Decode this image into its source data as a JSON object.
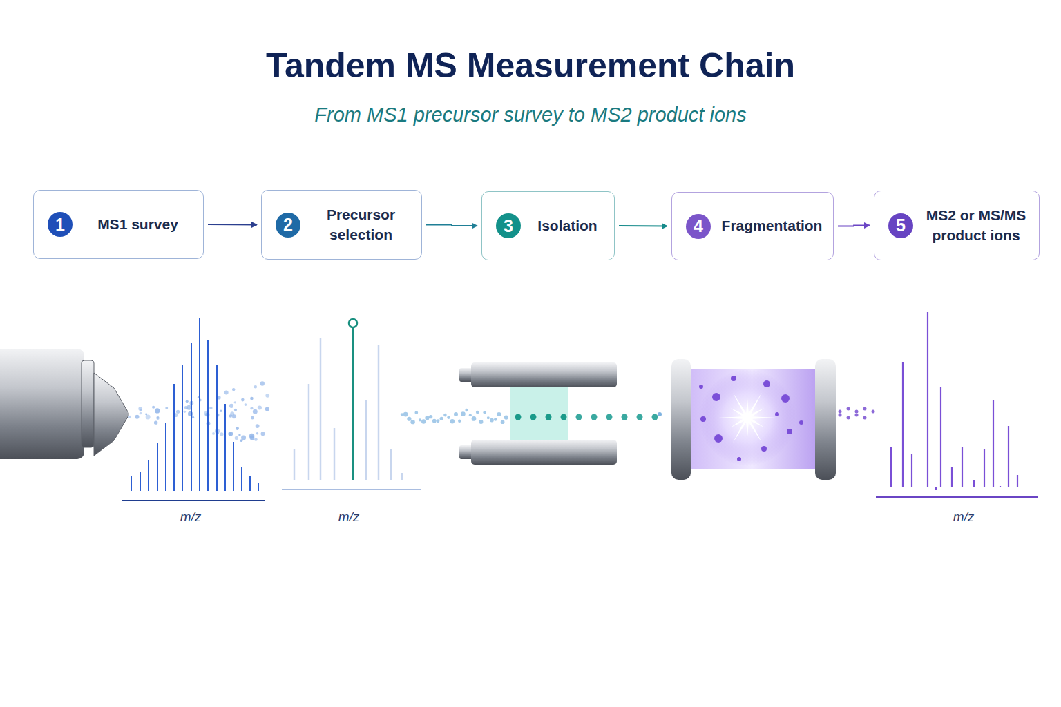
{
  "diagram": {
    "title": "Tandem MS Measurement Chain",
    "caption": "From MS1 precursor survey to MS2 product ions",
    "nodes": [
      {
        "text": [
          "1",
          "MS1 survey"
        ]
      },
      {
        "text": [
          "2",
          "Precursor selection"
        ]
      },
      {
        "text": [
          "3",
          "Isolation"
        ]
      },
      {
        "text": [
          "4",
          "Fragmentation"
        ]
      },
      {
        "text": [
          "5",
          "MS2 or MS/MS product ions"
        ]
      }
    ],
    "edges": [
      {
        "from": 0,
        "to": 1,
        "arrow": "to"
      },
      {
        "from": 1,
        "to": 2,
        "arrow": "to"
      },
      {
        "from": 2,
        "to": 3,
        "arrow": "to"
      },
      {
        "from": 3,
        "to": 4,
        "arrow": "to"
      }
    ],
    "labels": [
      "m/z",
      "m/z",
      "m/z"
    ]
  }
}
